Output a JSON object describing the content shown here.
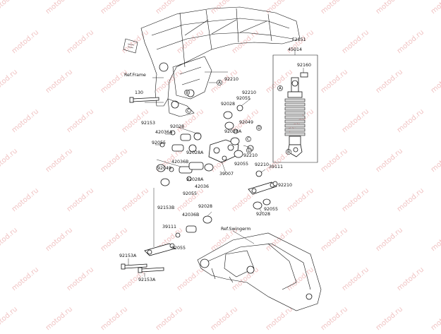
{
  "diagram": {
    "figure_code": "F2151",
    "watermark": "motod.ru",
    "references": {
      "frame": "Ref.Frame",
      "swingarm": "Ref.Swingerm"
    },
    "callouts": [
      "A",
      "B",
      "C",
      "D"
    ],
    "part_numbers": {
      "p45014": "45014",
      "p92160": "92160",
      "p92210a": "92210",
      "p92210b": "92210",
      "p92210c": "92210",
      "p92210d": "92210",
      "p92210e": "92210",
      "p130": "130",
      "p92055a": "92055",
      "p92028a": "92028",
      "p92049a": "92049",
      "p92028A_a": "92028A",
      "p92153": "92153",
      "p92028b": "92028",
      "p42036A": "42036A",
      "p92055b": "92055",
      "p92028A_b": "92028A",
      "p92055c": "92055",
      "p92049b": "92049",
      "p42036B_a": "42036B",
      "p92028A_c": "92028A",
      "p39007": "39007",
      "p42036": "42036",
      "p92055d": "92055",
      "p92153B": "92153B",
      "p92028c": "92028",
      "p42036B_b": "42036B",
      "p39111a": "39111",
      "p92055e": "92055",
      "p92153A_a": "92153A",
      "p92153A_b": "92153A",
      "p39111b": "39111",
      "p92055f": "92055",
      "p92028d": "92028"
    }
  }
}
